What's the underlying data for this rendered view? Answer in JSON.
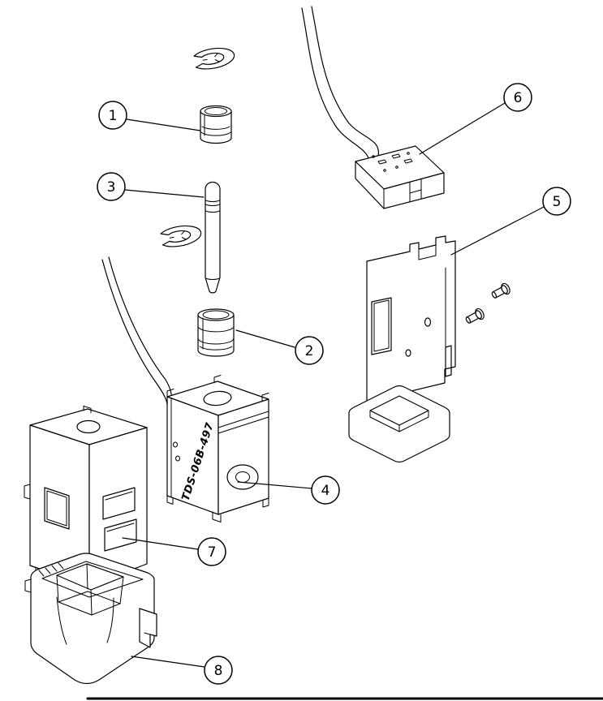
{
  "diagram": {
    "coil_label": "TDS-06B-497",
    "callouts": [
      {
        "number": "1"
      },
      {
        "number": "2"
      },
      {
        "number": "3"
      },
      {
        "number": "4"
      },
      {
        "number": "5"
      },
      {
        "number": "6"
      },
      {
        "number": "7"
      },
      {
        "number": "8"
      }
    ]
  },
  "colors": {
    "line": "#000000",
    "background": "#ffffff"
  }
}
